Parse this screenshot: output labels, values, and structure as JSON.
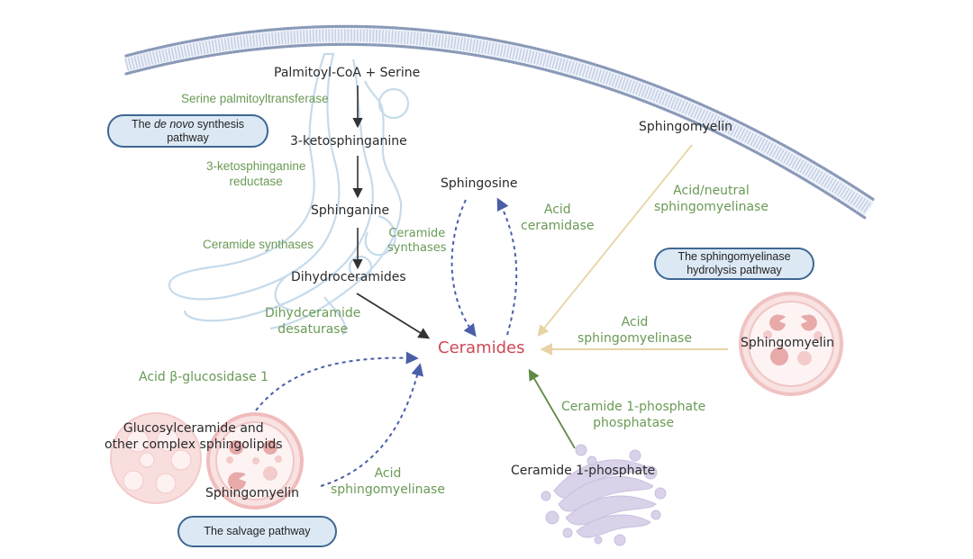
{
  "colors": {
    "center": "#cc4a55",
    "molecule": "#2a2a2a",
    "enzyme": "#6a9a55",
    "de_novo_arrow": "#333333",
    "salvage_arrow": "#4a5fa8",
    "sphingomyelinase_arrow": "#e8d3a6",
    "c1p_arrow": "#5f8a45",
    "pill_fill": "#dce9f5",
    "pill_border": "#3f6792"
  },
  "center": {
    "label": "Ceramides"
  },
  "de_novo": {
    "pill": {
      "prefix": "The ",
      "italic": "de novo",
      "suffix": " synthesis",
      "line2": "pathway"
    },
    "molecules": [
      "Palmitoyl-CoA + Serine",
      "3-ketosphinganine",
      "Sphinganine",
      "Dihydroceramides"
    ],
    "enzymes": {
      "spt": "Serine palmitoyltransferase",
      "ksr_line1": "3-ketosphinganine",
      "ksr_line2": "reductase",
      "cers": "Ceramide synthases",
      "des_line1": "Dihydceramide",
      "des_line2": "desaturase"
    }
  },
  "sphingosine_cycle": {
    "molecule": "Sphingosine",
    "enzyme_in_line1": "Ceramide",
    "enzyme_in_line2": "synthases",
    "enzyme_out_line1": "Acid",
    "enzyme_out_line2": "ceramidase"
  },
  "sphingomyelinase": {
    "pill_line1": "The sphingomyelinase",
    "pill_line2": "hydrolysis pathway",
    "membrane_molecule": "Sphingomyelin",
    "membrane_enzyme_line1": "Acid/neutral",
    "membrane_enzyme_line2": "sphingomyelinase",
    "lysosome_molecule": "Sphingomyelin",
    "lysosome_enzyme_line1": "Acid",
    "lysosome_enzyme_line2": "sphingomyelinase"
  },
  "salvage": {
    "pill": "The salvage pathway",
    "complex_line1": "Glucosylceramide and",
    "complex_line2": "other complex sphingolipids",
    "gba_enzyme": "Acid β-glucosidase 1",
    "sm_molecule": "Sphingomyelin",
    "asm_line1": "Acid",
    "asm_line2": "sphingomyelinase"
  },
  "c1p": {
    "molecule": "Ceramide 1-phosphate",
    "enzyme_line1": "Ceramide 1-phosphate",
    "enzyme_line2": "phosphatase"
  }
}
